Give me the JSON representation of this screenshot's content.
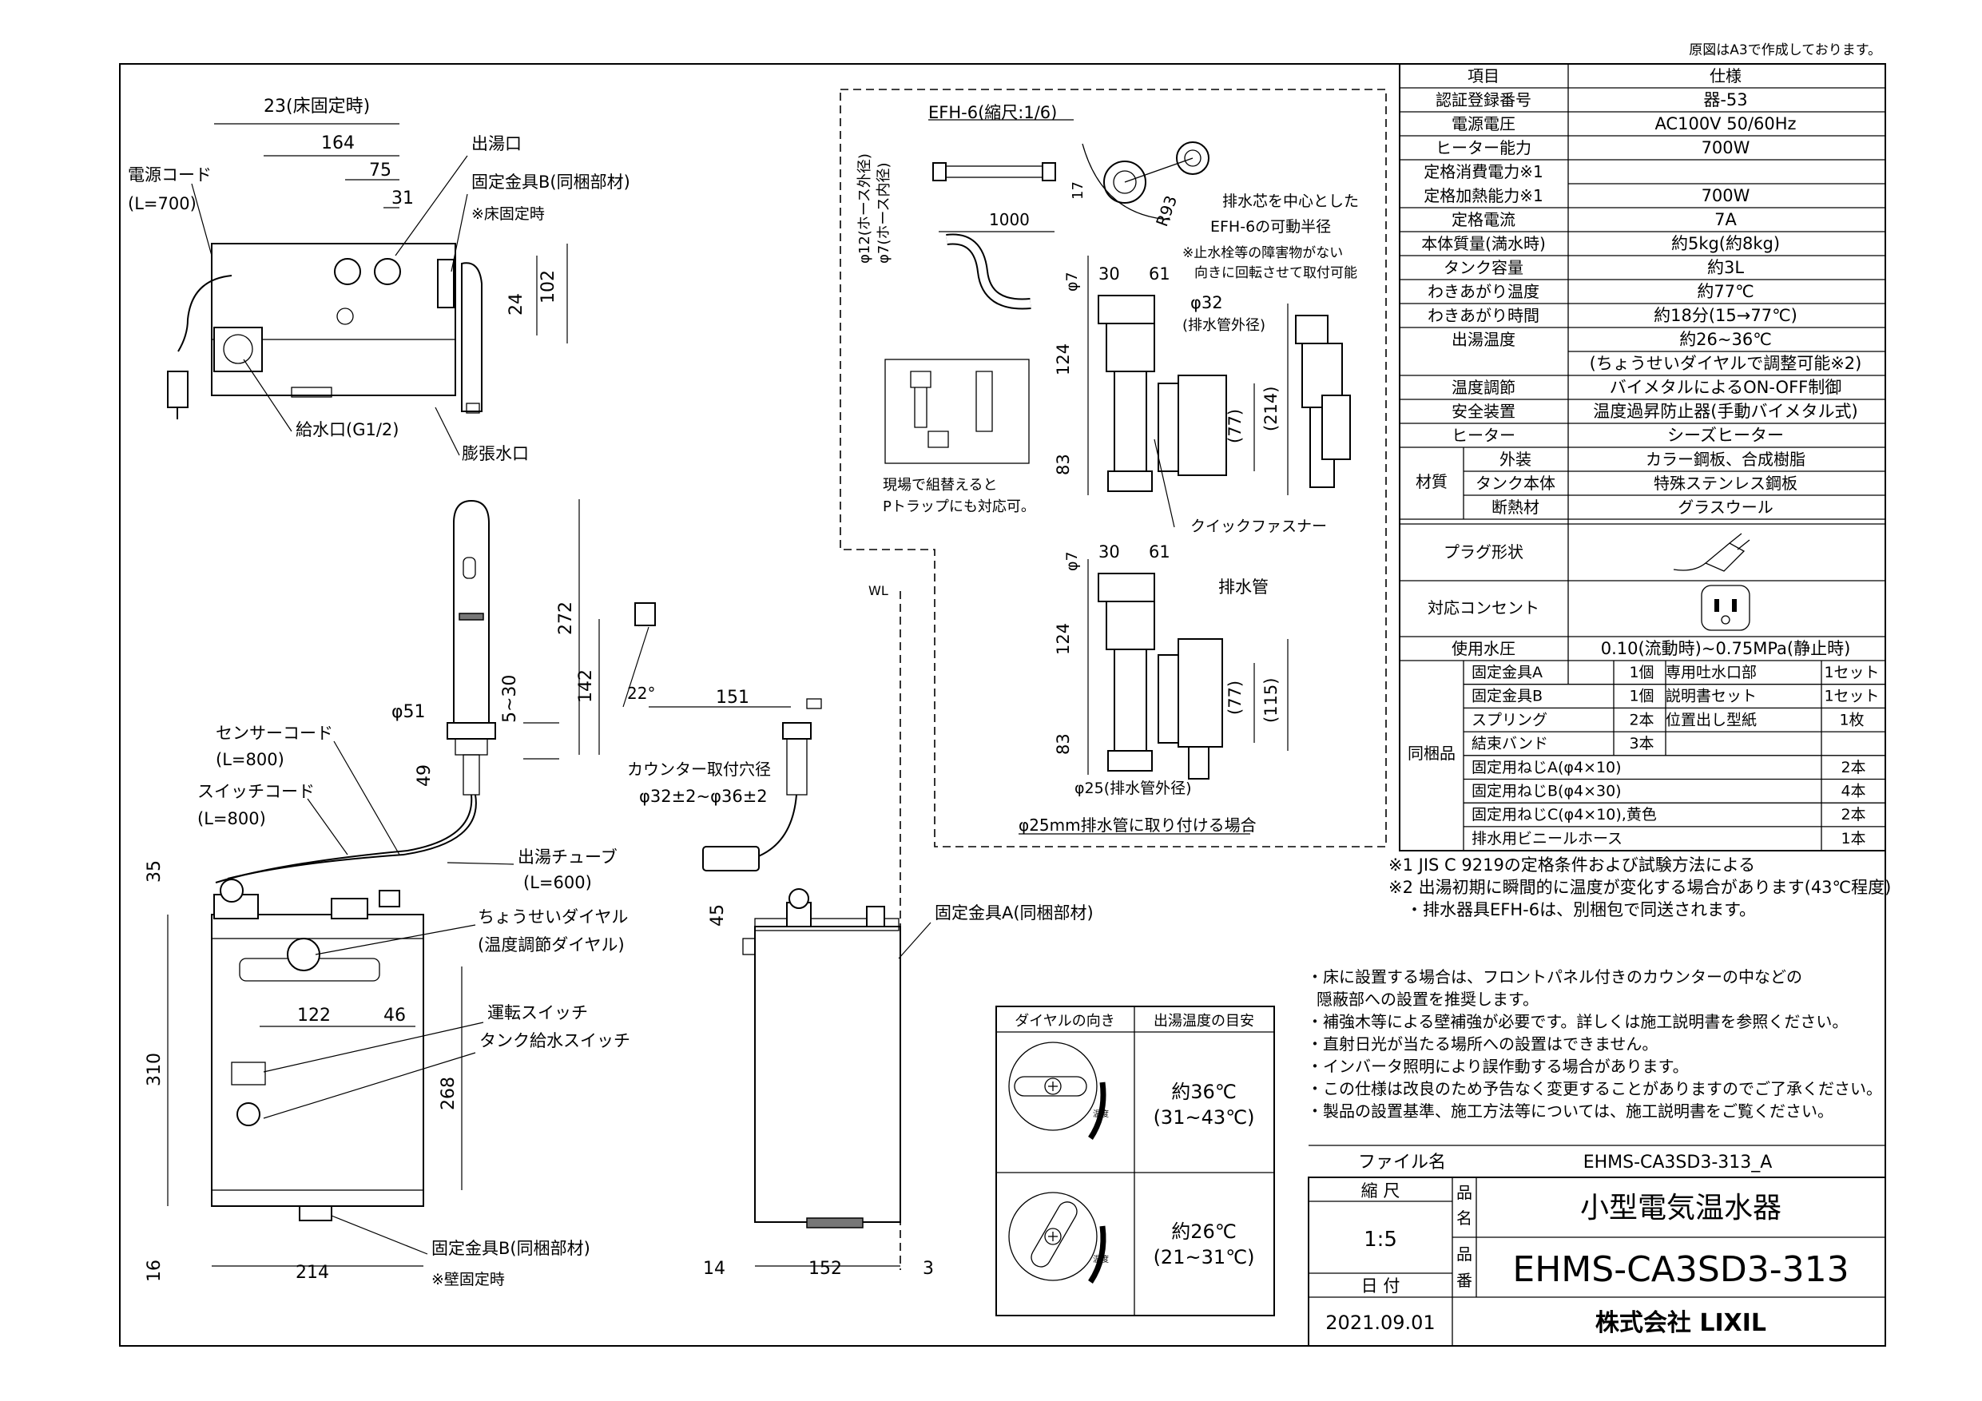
{
  "header_note": "原図はA3で作成しております。",
  "spec_table": {
    "head": [
      "項目",
      "仕様"
    ],
    "rows": [
      [
        "認証登録番号",
        "器-53"
      ],
      [
        "電源電圧",
        "AC100V 50/60Hz"
      ],
      [
        "ヒーター能力",
        "700W"
      ],
      [
        "定格消費電力※1",
        ""
      ],
      [
        "定格加熱能力※1",
        "700W"
      ],
      [
        "定格電流",
        "7A"
      ],
      [
        "本体質量(満水時)",
        "約5kg(約8kg)"
      ],
      [
        "タンク容量",
        "約3L"
      ],
      [
        "わきあがり温度",
        "約77℃"
      ],
      [
        "わきあがり時間",
        "約18分(15→77℃)"
      ],
      [
        "出湯温度",
        "約26~36℃"
      ],
      [
        "",
        "(ちょうせいダイヤルで調整可能※2)"
      ],
      [
        "温度調節",
        "バイメタルによるON-OFF制御"
      ],
      [
        "安全装置",
        "温度過昇防止器(手動バイメタル式)"
      ],
      [
        "ヒーター",
        "シーズヒーター"
      ]
    ],
    "material_label": "材質",
    "materials": [
      [
        "外装",
        "カラー鋼板、合成樹脂"
      ],
      [
        "タンク本体",
        "特殊ステンレス鋼板"
      ],
      [
        "断熱材",
        "グラスウール"
      ]
    ],
    "plug_label": "プラグ形状",
    "outlet_label": "対応コンセント",
    "pressure": [
      "使用水圧",
      "0.10(流動時)~0.75MPa(静止時)"
    ],
    "included_label": "同梱品",
    "included": [
      [
        "固定金具A",
        "1個",
        "専用吐水口部",
        "1セット"
      ],
      [
        "固定金具B",
        "1個",
        "説明書セット",
        "1セット"
      ],
      [
        "スプリング",
        "2本",
        "位置出し型紙",
        "1枚"
      ],
      [
        "結束バンド",
        "3本",
        "",
        ""
      ]
    ],
    "included_wide": [
      [
        "固定用ねじA(φ4×10)",
        "2本"
      ],
      [
        "固定用ねじB(φ4×30)",
        "4本"
      ],
      [
        "固定用ねじC(φ4×10),黄色",
        "2本"
      ],
      [
        "排水用ビニールホース",
        "1本"
      ]
    ]
  },
  "footnotes": [
    "※1 JIS C 9219の定格条件および試験方法による",
    "※2 出湯初期に瞬間的に温度が変化する場合があります(43℃程度)",
    "・排水器具EFH-6は、別梱包で同送されます。"
  ],
  "notes": [
    "・床に設置する場合は、フロントパネル付きのカウンターの中などの",
    "隠蔽部への設置を推奨します。",
    "・補強木等による壁補強が必要です。詳しくは施工説明書を参照ください。",
    "・直射日光が当たる場所への設置はできません。",
    "・インバータ照明により誤作動する場合があります。",
    "・この仕様は改良のため予告なく変更することがありますのでご了承ください。",
    "・製品の設置基準、施工方法等については、施工説明書をご覧ください。"
  ],
  "dial_table": {
    "head": [
      "ダイヤルの向き",
      "出湯温度の目安"
    ],
    "rows": [
      [
        "約36℃",
        "(31~43℃)"
      ],
      [
        "約26℃",
        "(21~31℃)"
      ]
    ],
    "scale_label": "温度"
  },
  "title_block": {
    "file_label": "ファイル名",
    "file_name": "EHMS-CA3SD3-313_A",
    "scale_label": "縮 尺",
    "scale": "1:5",
    "date_label": "日 付",
    "date": "2021.09.01",
    "name_label_1": "品",
    "name_label_2": "名",
    "product_name": "小型電気温水器",
    "number_label_1": "品",
    "number_label_2": "番",
    "product_number": "EHMS-CA3SD3-313",
    "company": "株式会社 LIXIL"
  },
  "top_view": {
    "d_23": "23(床固定時)",
    "d_164": "164",
    "d_75": "75",
    "d_31": "31",
    "d_24": "24",
    "d_102": "102",
    "outlet": "出湯口",
    "bracket_b": "固定金具B(同梱部材)",
    "floor_note": "※床固定時",
    "power_cord": "電源コード",
    "power_cord_len": "(L=700)",
    "inlet": "給水口(G1/2)",
    "expansion": "膨張水口"
  },
  "front_view": {
    "d_51": "φ51",
    "d_49": "49",
    "d_5_30": "5~30",
    "d_35": "35",
    "d_310": "310",
    "d_16": "16",
    "d_214": "214",
    "d_122": "122",
    "d_46": "46",
    "d_268": "268",
    "sensor_cord": "センサーコード",
    "sensor_cord_len": "(L=800)",
    "switch_cord": "スイッチコード",
    "switch_cord_len": "(L=800)",
    "tube": "出湯チューブ",
    "tube_len": "(L=600)",
    "dial": "ちょうせいダイヤル",
    "dial_sub": "(温度調節ダイヤル)",
    "run_switch": "運転スイッチ",
    "tank_switch": "タンク給水スイッチ",
    "bracket_b": "固定金具B(同梱部材)",
    "wall_note": "※壁固定時"
  },
  "side_view": {
    "d_272": "272",
    "d_142": "142",
    "d_22": "22°",
    "d_151": "151",
    "counter_hole": "カウンター取付穴径",
    "counter_hole_val": "φ32±2~φ36±2",
    "d_45": "45",
    "bracket_a": "固定金具A(同梱部材)",
    "d_14": "14",
    "d_152": "152",
    "d_3": "3",
    "wl": "WL"
  },
  "drain": {
    "title": "EFH-6(縮尺:1/6)",
    "hose_outer": "φ12(ホース外径)",
    "hose_inner": "φ7(ホース内径)",
    "d_1000": "1000",
    "d_17": "17",
    "r93": "R93",
    "radius_note_1": "排水芯を中心とした",
    "radius_note_2": "EFH-6の可動半径",
    "avoid_1": "※止水栓等の障害物がない",
    "avoid_2": "向きに回転させて取付可能",
    "d_phi7": "φ7",
    "d_30": "30",
    "d_61": "61",
    "d_phi32": "φ32",
    "pipe_outer": "(排水管外径)",
    "d_124": "124",
    "d_83": "83",
    "d_77": "(77)",
    "d_214": "(214)",
    "d_115": "(115)",
    "quick": "クイックファスナー",
    "drain_pipe": "排水管",
    "phi25": "φ25(排水管外径)",
    "phi25_note": "φ25mm排水管に取り付ける場合",
    "ptrap_1": "現場で組替えると",
    "ptrap_2": "Pトラップにも対応可。"
  }
}
